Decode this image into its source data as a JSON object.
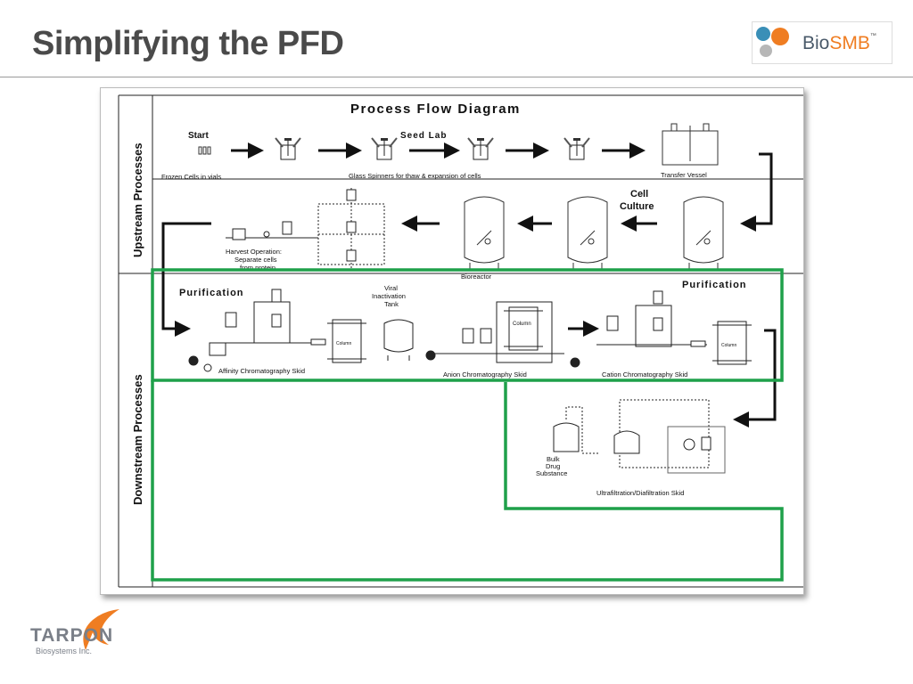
{
  "slide": {
    "title": "Simplifying the PFD"
  },
  "logos": {
    "biosmb": {
      "prefix": "Bio",
      "suffix": "SMB",
      "tm": "™"
    },
    "tarpon": {
      "name": "TARPON",
      "sub": "Biosystems Inc."
    }
  },
  "diagram": {
    "title": "Process Flow Diagram",
    "sections": {
      "upstream": "Upstream Processes",
      "downstream": "Downstream Processes"
    },
    "labels": {
      "start": "Start",
      "seed_lab": "Seed Lab",
      "frozen_cells": "Frozen Cells in vials",
      "glass_spinners": "Glass Spinners for thaw & expansion of cells",
      "transfer_vessel": "Transfer Vessel",
      "cell_culture_1": "Cell",
      "cell_culture_2": "Culture",
      "harvest_1": "Harvest Operation:",
      "harvest_2": "Separate cells",
      "harvest_3": "from protein",
      "bioreactor": "Bioreactor",
      "purification_left": "Purification",
      "purification_right": "Purification",
      "viral_1": "Viral",
      "viral_2": "Inactivation",
      "viral_3": "Tank",
      "column": "Column",
      "affinity_skid": "Affinity Chromatography Skid",
      "anion_skid": "Anion Chromatography Skid",
      "cation_skid": "Cation Chromatography Skid",
      "bulk_1": "Bulk",
      "bulk_2": "Drug",
      "bulk_3": "Substance",
      "ufdf_skid": "Ultrafiltration/Diafiltration Skid"
    }
  }
}
